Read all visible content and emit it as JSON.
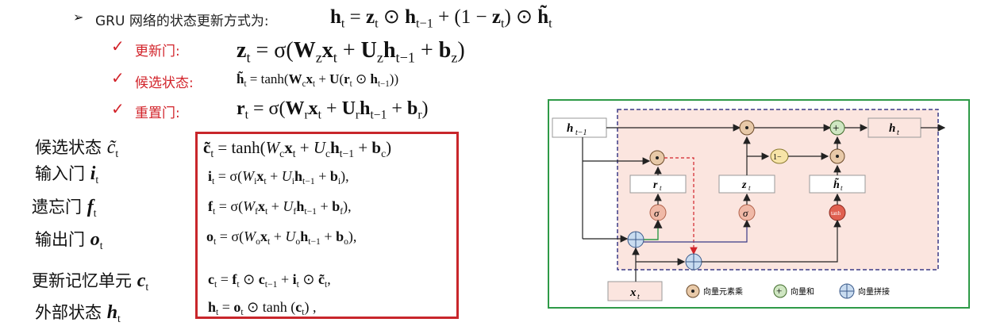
{
  "header": {
    "bullet": "➢",
    "text": "GRU 网络的状态更新方式为:",
    "formula_lhs": "h",
    "formula_lhs_sub": "t"
  },
  "gates": [
    {
      "check": "✓",
      "label": "更新门:"
    },
    {
      "check": "✓",
      "label": "候选状态:"
    },
    {
      "check": "✓",
      "label": "重置门:"
    }
  ],
  "lstm_labels": [
    {
      "text": "候选状态",
      "sym": "c̃",
      "sub": "t"
    },
    {
      "text": "输入门",
      "sym": "i",
      "sub": "t"
    },
    {
      "text": "遗忘门",
      "sym": "f",
      "sub": "t"
    },
    {
      "text": "输出门",
      "sym": "o",
      "sub": "t"
    },
    {
      "text": "更新记忆单元",
      "sym": "c",
      "sub": "t"
    },
    {
      "text": "外部状态",
      "sym": "h",
      "sub": "t"
    }
  ],
  "diagram": {
    "h_prev": "h",
    "h_prev_sub": "t−1",
    "h_out": "h",
    "h_out_sub": "t",
    "x_in": "x",
    "x_in_sub": "t",
    "r_box": "r",
    "z_box": "z",
    "h_tilde_box": "h̃",
    "box_sub": "t",
    "sigma": "σ",
    "tanh": "tanh",
    "one_minus": "1−",
    "legend": {
      "mul": "向量元素乘",
      "add": "向量和",
      "concat": "向量拼接"
    }
  },
  "colors": {
    "accent_red": "#d2232a",
    "frame_green": "#2e9a47",
    "region_fill": "#fbe5df",
    "dashed_border": "#3b3a86"
  }
}
